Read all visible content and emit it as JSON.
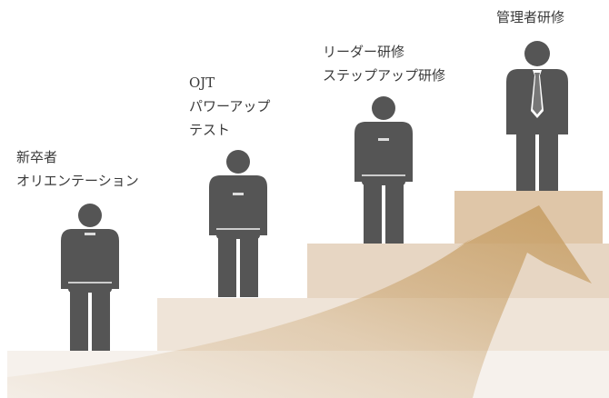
{
  "colors": {
    "step1": "#f6f1ec",
    "step2": "#efe4d8",
    "step3": "#e7d6c3",
    "step4": "#dfc6a8",
    "arrow": "#c79f66",
    "figure": "#555555",
    "tie": "#ffffff"
  },
  "steps": [
    {
      "lines": [
        "新卒者",
        "オリエンテーション"
      ],
      "icon": "person-uniform-icon"
    },
    {
      "lines": [
        "OJT",
        "パワーアップ",
        "テスト"
      ],
      "icon": "person-uniform-icon"
    },
    {
      "lines": [
        "リーダー研修",
        "ステップアップ研修"
      ],
      "icon": "person-uniform-icon"
    },
    {
      "lines": [
        "管理者研修"
      ],
      "icon": "person-suit-tie-icon"
    }
  ]
}
